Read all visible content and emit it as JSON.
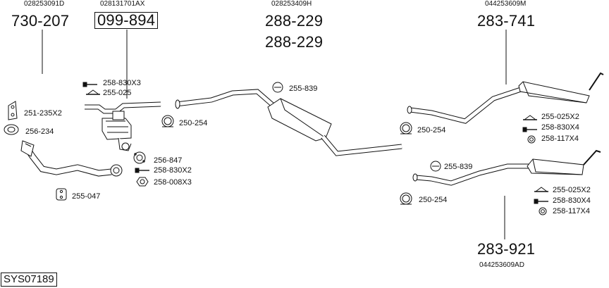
{
  "system": {
    "code": "SYS07189"
  },
  "assemblies": {
    "front_pipe": {
      "ref": "028253091D",
      "number": "730-207"
    },
    "catalyst": {
      "ref": "028131701AX",
      "number": "099-894"
    },
    "middle_silencer": {
      "ref": "028253409H",
      "number_1": "288-229",
      "number_2": "288-229"
    },
    "rear_silencer_upper": {
      "ref": "044253609M",
      "number": "283-741"
    },
    "rear_silencer_lower": {
      "ref": "044253609AD",
      "number": "283-921"
    }
  },
  "parts": {
    "p_251_235x2": "251-235X2",
    "p_256_234": "256-234",
    "p_255_047": "255-047",
    "p_258_830x3": "258-830X3",
    "p_255_025": "255-025",
    "p_250_254_a": "250-254",
    "p_256_847": "256-847",
    "p_258_830x2": "258-830X2",
    "p_258_008x3": "258-008X3",
    "p_255_839_a": "255-839",
    "p_250_254_b": "250-254",
    "p_255_025x2_a": "255-025X2",
    "p_258_830x4_a": "258-830X4",
    "p_258_117x4_a": "258-117X4",
    "p_255_839_b": "255-839",
    "p_250_254_c": "250-254",
    "p_255_025x2_b": "255-025X2",
    "p_258_830x4_b": "258-830X4",
    "p_258_117x4_b": "258-117X4"
  }
}
